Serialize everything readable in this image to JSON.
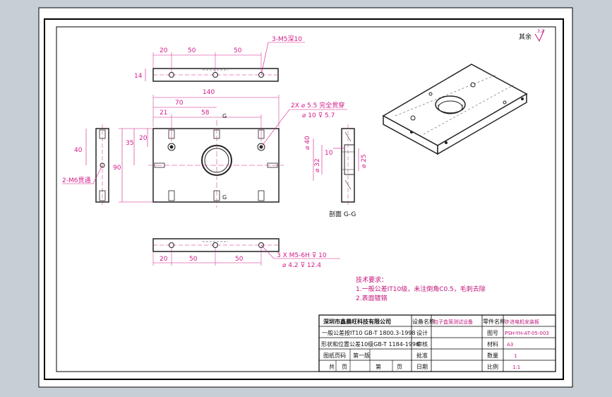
{
  "colors": {
    "background": "#c8ced6",
    "sheet": "#ffffff",
    "outline": "#000000",
    "dimension": "#d41a8a",
    "part_edge": "#222222"
  },
  "roughness": {
    "label": "其余",
    "value": "3.2"
  },
  "top_view": {
    "callout": "3-M5深10",
    "dims": [
      "20",
      "50",
      "50",
      "14"
    ]
  },
  "front_view": {
    "dims": [
      "140",
      "70",
      "21",
      "58",
      "20",
      "35",
      "90"
    ],
    "hole_callout_line1": "2X ⌀ 5.5 完全贯穿",
    "hole_callout_line2": "⌀ 10 ⊽ 5.7",
    "section_mark_top": "G",
    "section_mark_bottom": "G"
  },
  "left_view": {
    "dims": [
      "40"
    ],
    "callout": "2-M6贯通"
  },
  "section_view": {
    "dims": [
      "10",
      "⌀ 40",
      "⌀ 32",
      "⌀ 25"
    ],
    "title": "剖面 G-G"
  },
  "bottom_view": {
    "dims": [
      "20",
      "50",
      "50"
    ],
    "callout_line1": "3 X M5-6H ⊽ 10",
    "callout_line2": "⌀ 4.2 ⊽ 12.4"
  },
  "tech_notes": {
    "title": "技术要求：",
    "lines": [
      "1.一般公差IT10级，未注倒角C0.5，毛刺去除",
      "2.表面镀铬"
    ]
  },
  "title_block": {
    "company": "深圳市鑫晨旺科技有限公司",
    "row2_left": "一般公差按IT10 GB-T 1800.3-1998",
    "row3_left": "形状和位置公差10级GB-T 1184-1996",
    "row4_left_a": "图纸页码",
    "row4_left_b": "第一版",
    "row5_left_a": "共",
    "row5_left_b": "页",
    "row5_left_c": "第",
    "row5_left_d": "页",
    "label_equipment": "设备名称",
    "value_equipment": "包子盒笼测试设备",
    "label_part": "零件名称",
    "value_part": "步进电机安装板",
    "label_drawing_no": "图号",
    "value_drawing_no": "PSH-YH-AT-05-003",
    "label_material": "材料",
    "value_material": "A3",
    "label_designer": "设计",
    "label_qty": "数量",
    "value_qty": "1",
    "label_checker": "审核",
    "label_scale": "比例",
    "value_scale": "1:1",
    "label_approver": "批准",
    "label_date": "日期"
  }
}
